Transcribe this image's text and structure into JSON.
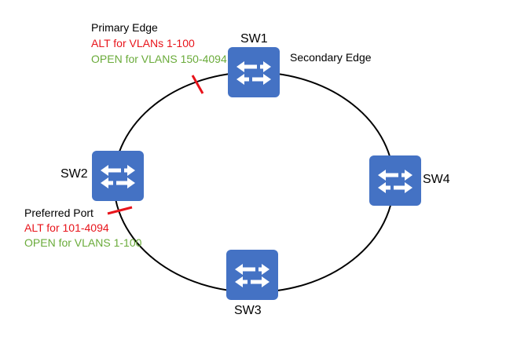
{
  "colors": {
    "switch_fill": "#4472c4",
    "ring": "#000000",
    "block_mark": "#e8141b",
    "alt_text": "#e8141b",
    "open_text": "#6aab3a"
  },
  "switches": [
    {
      "id": "sw1",
      "label": "SW1",
      "icon": "switch-arrows-icon"
    },
    {
      "id": "sw2",
      "label": "SW2",
      "icon": "switch-arrows-icon"
    },
    {
      "id": "sw3",
      "label": "SW3",
      "icon": "switch-arrows-icon"
    },
    {
      "id": "sw4",
      "label": "SW4",
      "icon": "switch-arrows-icon"
    }
  ],
  "annotations": {
    "primary_edge": {
      "title": "Primary Edge",
      "alt": "ALT for VLANs 1-100",
      "open": "OPEN for VLANS 150-4094"
    },
    "secondary_edge": {
      "title": "Secondary Edge"
    },
    "preferred_port": {
      "title": "Preferred Port",
      "alt": "ALT for 101-4094",
      "open": "OPEN for VLANS 1-100"
    }
  }
}
